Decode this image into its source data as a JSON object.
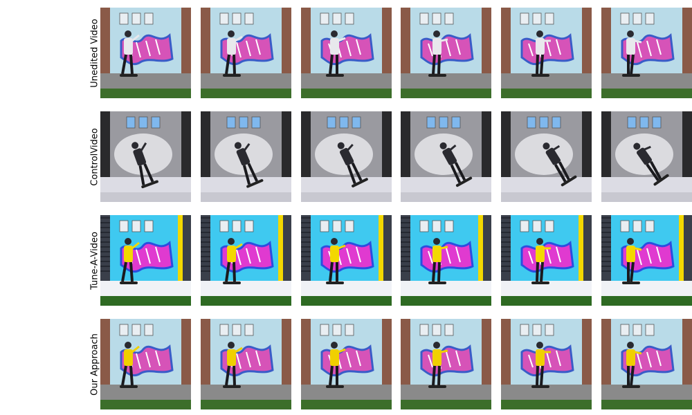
{
  "figure": {
    "rows": [
      {
        "label": "Unedited Video",
        "style": "original"
      },
      {
        "label": "ControlVideo",
        "style": "controlvideo"
      },
      {
        "label": "Tune-A-Video",
        "style": "tuneavideo"
      },
      {
        "label": "Our Approach",
        "style": "ours"
      }
    ],
    "frames_per_row": 6,
    "palettes": {
      "original": {
        "wall": "#b9dbe8",
        "brick": "#8a5a48",
        "ground": "#8a8a8a",
        "grass": "#3c6e2a",
        "graffiti": "#d653b8",
        "outline": "#3a5cc8",
        "rider": "#e8e8ec"
      },
      "controlvideo": {
        "wall": "#9a9aa0",
        "brick": "#2a2a2c",
        "ground": "#dcdce4",
        "grass": "#c8c8d0",
        "graffiti": "#e8e8ee",
        "outline": "#e8e8ee",
        "rider": "#2a2a30"
      },
      "tuneavideo": {
        "wall": "#3fc9f0",
        "brick": "#3a3f4a",
        "ground": "#f0f2f6",
        "grass": "#2e6a22",
        "graffiti": "#e03ad0",
        "outline": "#2a4ee0",
        "rider": "#f3d800"
      },
      "ours": {
        "wall": "#b9dbe8",
        "brick": "#8a5a48",
        "ground": "#8a8a8a",
        "grass": "#3c6e2a",
        "graffiti": "#d653b8",
        "outline": "#3a5cc8",
        "rider": "#f0d000"
      }
    }
  }
}
